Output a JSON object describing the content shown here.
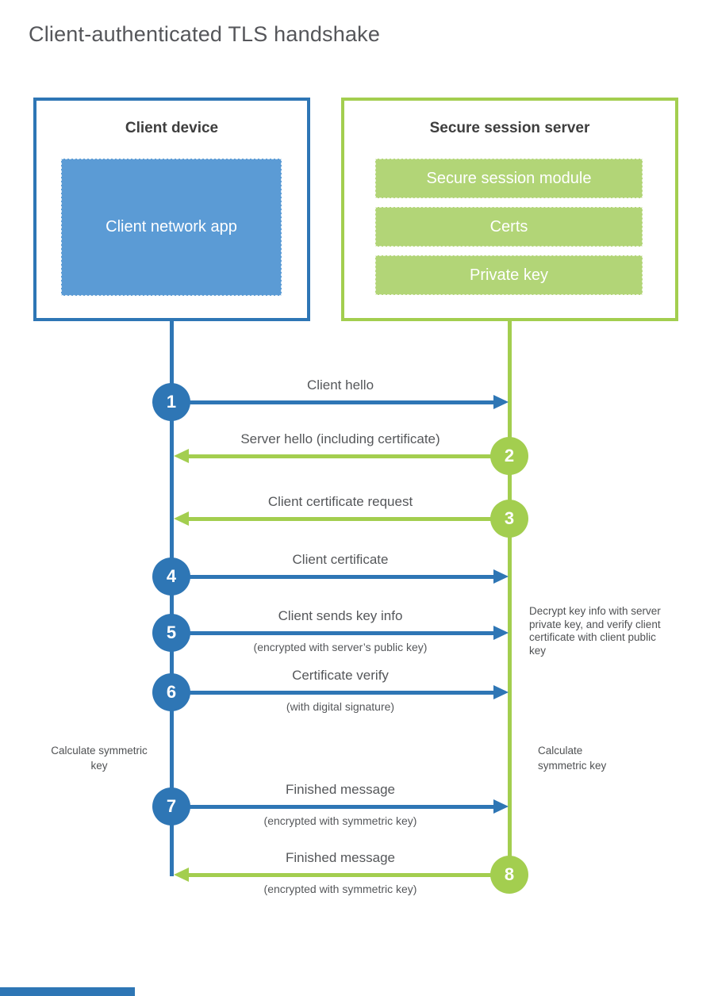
{
  "title": "Client-authenticated TLS handshake",
  "colors": {
    "blue": "#2E76B5",
    "blue_fill": "#5B9BD5",
    "green": "#A3CE4F",
    "green_fill": "#B2D577",
    "heading_text": "#3E3E3E",
    "label_text": "#55575A",
    "title_text": "#55565A"
  },
  "client_box": {
    "title": "Client device",
    "app_label": "Client network app"
  },
  "server_box": {
    "title": "Secure session server",
    "modules": [
      "Secure session module",
      "Certs",
      "Private key"
    ]
  },
  "messages": [
    {
      "step": "1",
      "from": "client",
      "to": "server",
      "label": "Client hello"
    },
    {
      "step": "2",
      "from": "server",
      "to": "client",
      "label": "Server hello (including certificate)"
    },
    {
      "step": "3",
      "from": "server",
      "to": "client",
      "label": "Client certificate request"
    },
    {
      "step": "4",
      "from": "client",
      "to": "server",
      "label": "Client certificate"
    },
    {
      "step": "5",
      "from": "client",
      "to": "server",
      "label": "Client sends key info",
      "sub": "(encrypted with server’s public key)"
    },
    {
      "step": "6",
      "from": "client",
      "to": "server",
      "label": "Certificate verify",
      "sub": "(with digital signature)"
    },
    {
      "step": "7",
      "from": "client",
      "to": "server",
      "label": "Finished message",
      "sub": "(encrypted with symmetric key)"
    },
    {
      "step": "8",
      "from": "server",
      "to": "client",
      "label": "Finished message",
      "sub": "(encrypted with symmetric key)"
    }
  ],
  "notes": {
    "decrypt": "Decrypt key info with server private key, and verify client certificate with client public key",
    "calc_client": "Calculate symmetric key",
    "calc_server": "Calculate symmetric key"
  }
}
